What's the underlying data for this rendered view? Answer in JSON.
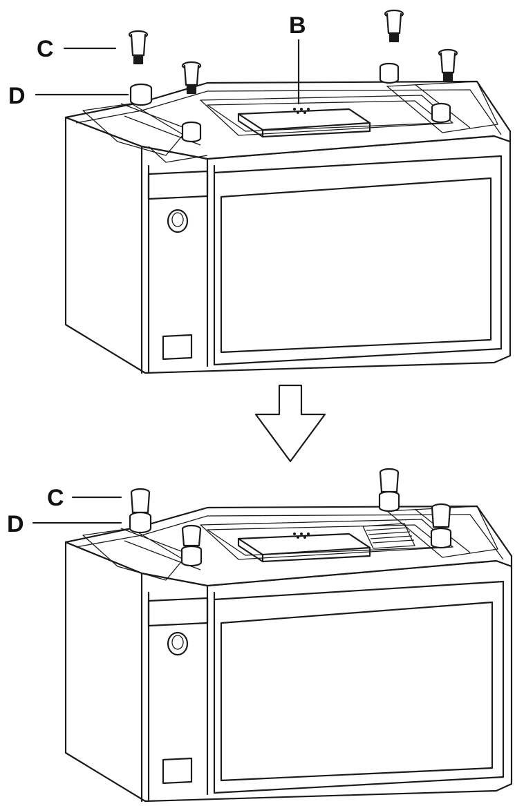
{
  "labels": {
    "b": "B",
    "c_top": "C",
    "d_top": "D",
    "c_bottom": "C",
    "d_bottom": "D"
  },
  "colors": {
    "ink": "#1a1a1a",
    "background": "#ffffff"
  },
  "icons": {
    "arrow": "down-arrow-icon"
  }
}
